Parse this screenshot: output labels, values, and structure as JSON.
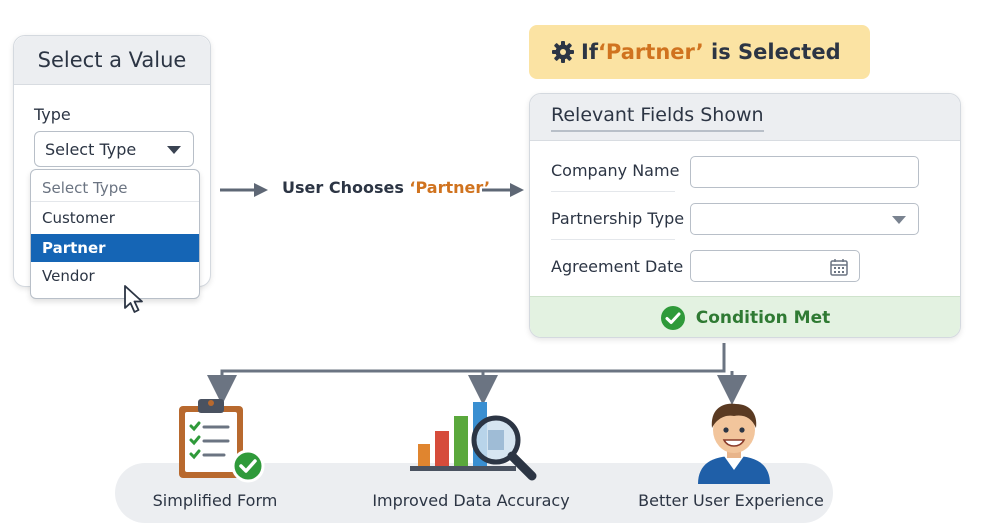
{
  "select_panel": {
    "title": "Select a Value",
    "type_label": "Type",
    "select_value": "Select Type",
    "options": [
      "Select Type",
      "Customer",
      "Partner",
      "Vendor"
    ],
    "selected_option": "Partner"
  },
  "flow": {
    "user_chooses_prefix": "User Chooses ",
    "user_chooses_value": "‘Partner’"
  },
  "condition": {
    "if_text": "If",
    "value": "‘Partner’",
    "suffix": " is Selected"
  },
  "fields_card": {
    "title": "Relevant Fields Shown",
    "fields": [
      {
        "label": "Company Name"
      },
      {
        "label": "Partnership Type"
      },
      {
        "label": "Agreement Date"
      }
    ],
    "status": "Condition Met"
  },
  "benefits": [
    {
      "label": "Simplified Form",
      "icon": "clipboard-check-icon"
    },
    {
      "label": "Improved Data Accuracy",
      "icon": "chart-magnifier-icon"
    },
    {
      "label": "Better User Experience",
      "icon": "happy-user-icon"
    }
  ],
  "colors": {
    "accent_orange": "#d0731f",
    "selected_blue": "#1565b5",
    "condition_yellow": "#fbe3a3",
    "success_green": "#2f9a3a"
  }
}
